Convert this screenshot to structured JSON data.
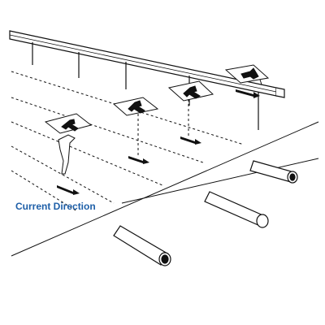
{
  "diagram": {
    "label_text": "Current Direction",
    "colors": {
      "label": "#1e5fa8",
      "line": "#111111",
      "background": "#ffffff"
    },
    "icons": [
      "guardrail",
      "sign-arrow",
      "current-arrow",
      "drainage-pipe",
      "rope-anchor",
      "pipe-bollard"
    ]
  }
}
